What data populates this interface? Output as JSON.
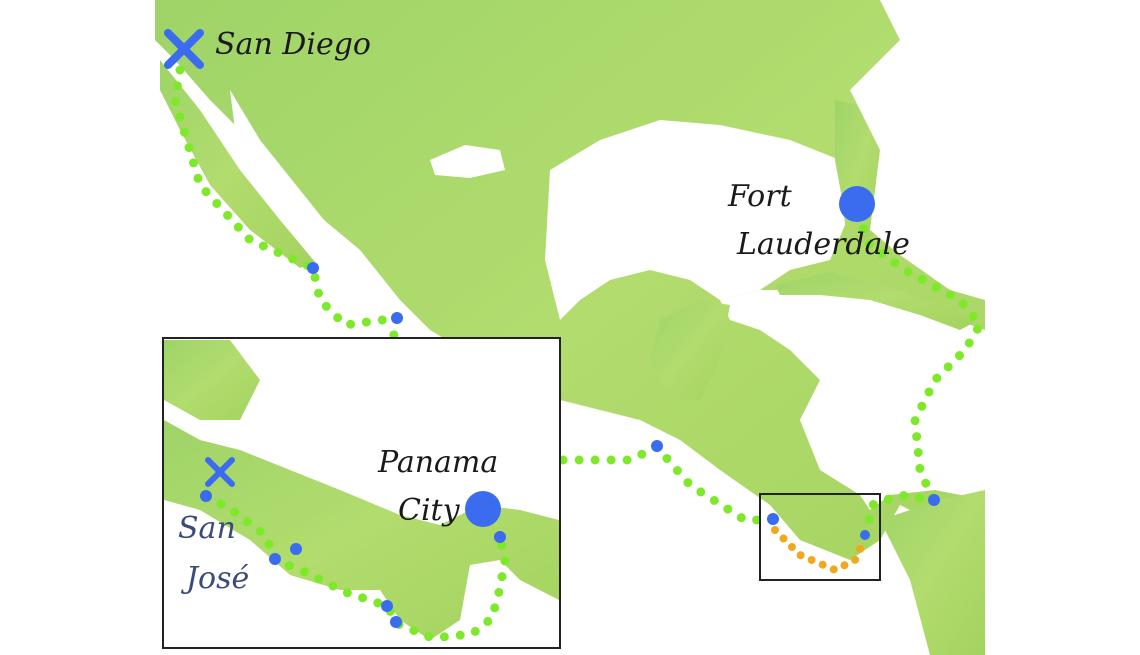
{
  "map": {
    "labels": {
      "san_diego": "San Diego",
      "fort_lauderdale_line1": "Fort",
      "fort_lauderdale_line2": "Lauderdale",
      "panama_city_line1": "Panama",
      "panama_city_line2": "City",
      "san_jose_line1": "San",
      "san_jose_line2": "José"
    },
    "colors": {
      "land": "#a9d86a",
      "water": "#ffffff",
      "route": "#7ee82a",
      "route_highlight": "#f0a820",
      "stop": "#3b6cf0",
      "start_marker": "#3b6cf0",
      "inset_frame": "#222222"
    }
  }
}
